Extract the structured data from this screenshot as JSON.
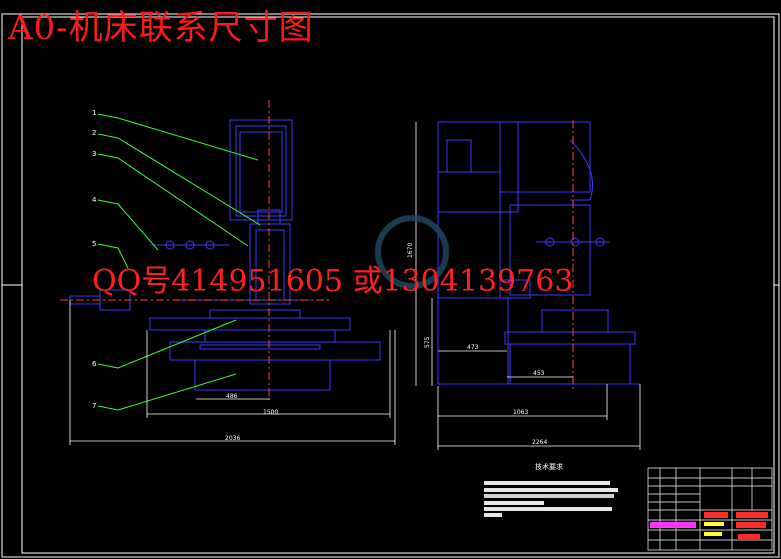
{
  "title": "A0-机床联系尺寸图",
  "watermark": "QQ号414951605 或1304139763",
  "callouts": [
    "1",
    "2",
    "3",
    "4",
    "5",
    "6",
    "7"
  ],
  "dims": {
    "d486": "486",
    "d1500": "1500",
    "d2036": "2036",
    "d473": "473",
    "d453": "453",
    "d1063": "1063",
    "d2264": "2264",
    "d1670": "1670",
    "d575": "575"
  },
  "tech_title": "技术要求"
}
